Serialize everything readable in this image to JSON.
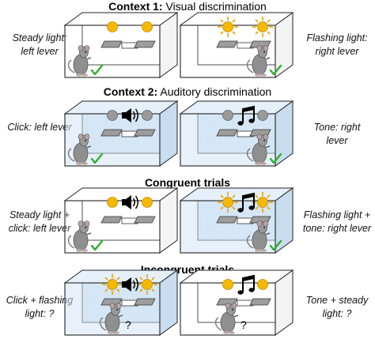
{
  "headings": {
    "context1": {
      "bold": "Context 1:",
      "rest": " Visual discrimination"
    },
    "context2": {
      "bold": "Context 2:",
      "rest": " Auditory discrimination"
    },
    "congruent": "Congruent trials",
    "incongruent": "Incongruent trials"
  },
  "labels": {
    "row1_left": [
      "Steady light:",
      "left lever"
    ],
    "row1_right": [
      "Flashing light:",
      "right lever"
    ],
    "row2_left": [
      "Click: left lever"
    ],
    "row2_right": [
      "Tone: right",
      "lever"
    ],
    "row3_left": [
      "Steady light +",
      "click: left lever"
    ],
    "row3_right": [
      "Flashing light +",
      "tone: right lever"
    ],
    "row4_left": [
      "Click + flashing",
      "light: ?"
    ],
    "row4_right": [
      "Tone + steady",
      "light: ?"
    ]
  },
  "marks": {
    "question": "?"
  },
  "icons": [
    "light-steady-icon",
    "light-flashing-icon",
    "light-off-icon",
    "speaker-icon",
    "music-note-icon",
    "check-icon",
    "rat-icon",
    "lever-icon"
  ],
  "colors": {
    "lamp": "#f5b800",
    "lamp_off": "#9a9a9a",
    "check": "#2fae2f",
    "blue_box": "#d6e6f5"
  }
}
